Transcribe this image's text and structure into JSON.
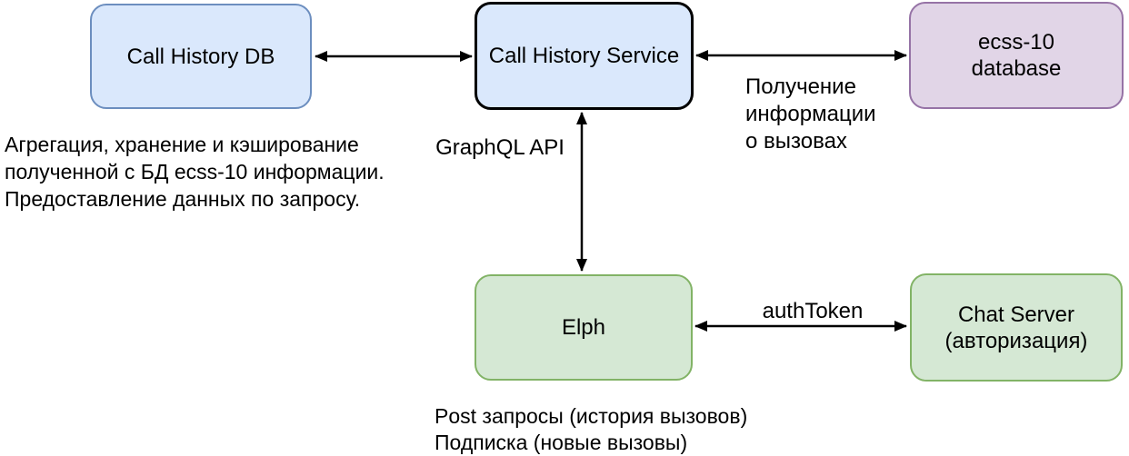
{
  "diagram": {
    "background": "#ffffff",
    "edge_color": "#000000",
    "nodes": {
      "call_history_db": {
        "label": "Call History DB",
        "fill": "#dae8fc",
        "border_color": "#6c8ebf"
      },
      "call_history_service": {
        "label": "Call History Service",
        "fill": "#dae8fc",
        "border_color": "#000000"
      },
      "ecss10_database": {
        "label": "ecss-10\ndatabase",
        "fill": "#e1d5e7",
        "border_color": "#9673a6"
      },
      "elph": {
        "label": "Elph",
        "fill": "#d5e8d4",
        "border_color": "#82b366"
      },
      "chat_server": {
        "label": "Chat Server\n(авторизация)",
        "fill": "#d5e8d4",
        "border_color": "#82b366"
      }
    },
    "edges": [
      {
        "from": "call_history_db",
        "to": "call_history_service",
        "bidirectional": true,
        "label": ""
      },
      {
        "from": "call_history_service",
        "to": "ecss10_database",
        "bidirectional": true,
        "label": "Получение\nинформации\nо вызовах"
      },
      {
        "from": "call_history_service",
        "to": "elph",
        "bidirectional": true,
        "label": "GraphQL API"
      },
      {
        "from": "elph",
        "to": "chat_server",
        "bidirectional": true,
        "label": "authToken"
      }
    ],
    "annotations": {
      "db_note": "Агрегация, хранение и кэширование\nполученной с БД ecss-10 информации.\nПредоставление данных по запросу.",
      "elph_note": "Post запросы (история вызовов)\nПодписка (новые вызовы)"
    }
  }
}
